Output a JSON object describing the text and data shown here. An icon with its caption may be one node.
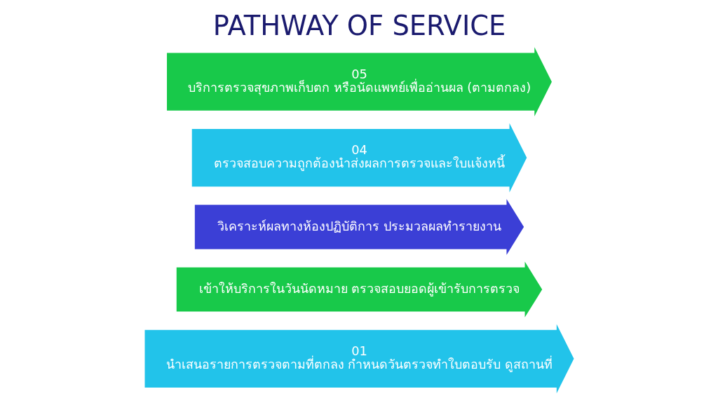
{
  "diagram": {
    "title": "PATHWAY OF SERVICE",
    "nodes": [
      {
        "text": [
          "01",
          "นำเสนอรายการตรวจตามที่ตกลง กำหนดวันตรวจทำใบตอบรับ ดูสถานที่"
        ]
      },
      {
        "text": [
          "เข้าให้บริการในวันนัดหมาย ตรวจสอบยอดผู้เข้ารับการตรวจ"
        ]
      },
      {
        "text": [
          "วิเคราะห์ผลทางห้องปฏิบัติการ ประมวลผลทำรายงาน"
        ]
      },
      {
        "text": [
          "04",
          "ตรวจสอบความถูกต้องนำส่งผลการตรวจและใบแจ้งหนี้"
        ]
      },
      {
        "text": [
          "05",
          "บริการตรวจสุขภาพเก็บตก หรือนัดแพทย์เพื่ออ่านผล (ตามตกลง)"
        ]
      }
    ],
    "edges": []
  }
}
